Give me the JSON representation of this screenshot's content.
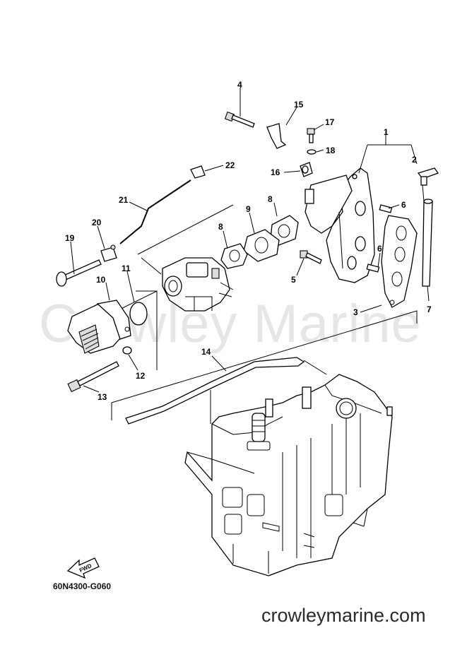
{
  "watermark": "Crowley Marine",
  "drawing_code": "60N4300-G060",
  "site": "crowleymarine.com",
  "fwd_label": "FWD",
  "callouts": [
    {
      "id": "c1",
      "label": "1"
    },
    {
      "id": "c2",
      "label": "2"
    },
    {
      "id": "c3",
      "label": "3"
    },
    {
      "id": "c4",
      "label": "4"
    },
    {
      "id": "c5",
      "label": "5"
    },
    {
      "id": "c6a",
      "label": "6"
    },
    {
      "id": "c6b",
      "label": "6"
    },
    {
      "id": "c7",
      "label": "7"
    },
    {
      "id": "c8a",
      "label": "8"
    },
    {
      "id": "c8b",
      "label": "8"
    },
    {
      "id": "c9",
      "label": "9"
    },
    {
      "id": "c10",
      "label": "10"
    },
    {
      "id": "c11",
      "label": "11"
    },
    {
      "id": "c12",
      "label": "12"
    },
    {
      "id": "c13",
      "label": "13"
    },
    {
      "id": "c14",
      "label": "14"
    },
    {
      "id": "c15",
      "label": "15"
    },
    {
      "id": "c16",
      "label": "16"
    },
    {
      "id": "c17",
      "label": "17"
    },
    {
      "id": "c18",
      "label": "18"
    },
    {
      "id": "c19",
      "label": "19"
    },
    {
      "id": "c20",
      "label": "20"
    },
    {
      "id": "c21",
      "label": "21"
    },
    {
      "id": "c22",
      "label": "22"
    }
  ]
}
